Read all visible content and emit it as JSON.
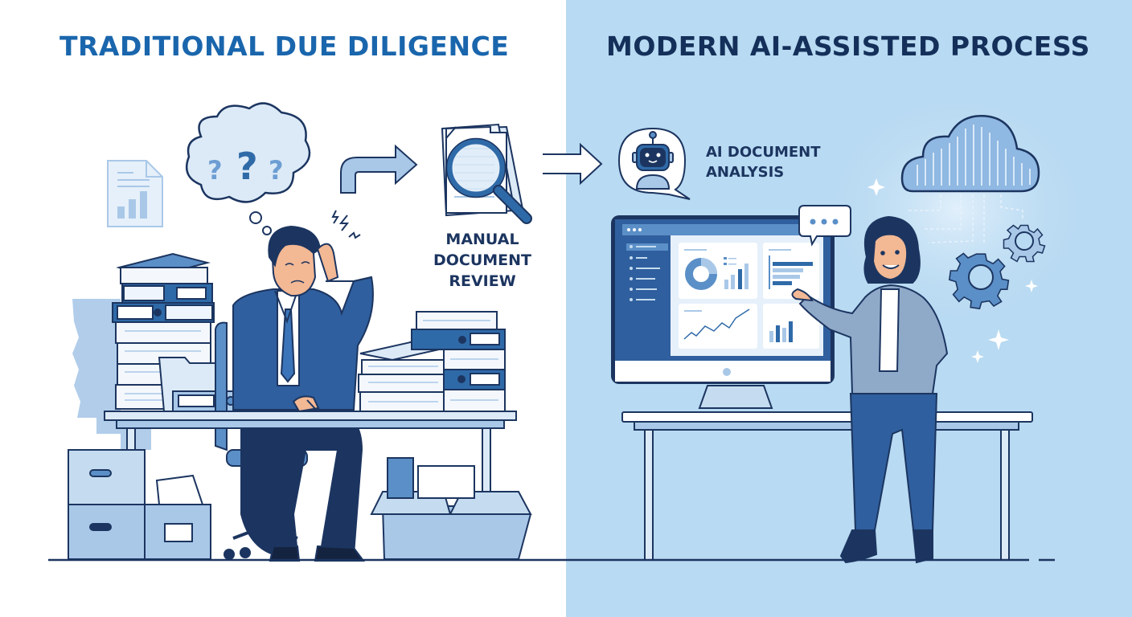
{
  "left_panel": {
    "title": "TRADITIONAL DUE DILIGENCE",
    "title_color": "#1a66ad",
    "background": "#ffffff",
    "step_label_lines": [
      "MANUAL",
      "DOCUMENT",
      "REVIEW"
    ],
    "thought_bubble_symbols": [
      "?",
      "?",
      "?"
    ],
    "scene": "Stressed businessman at desk surrounded by binders, paper stacks and file boxes"
  },
  "right_panel": {
    "title": "MODERN AI-ASSISTED PROCESS",
    "title_color": "#14305a",
    "background": "#b8daf2",
    "step_label_lines": [
      "AI DOCUMENT",
      "ANALYSIS"
    ],
    "speech_bubble": "...",
    "scene": "Smiling businesswoman presenting an analytics dashboard on a monitor, with cloud data and gears"
  },
  "flow": [
    "Traditional due diligence",
    "Manual document review",
    "AI document analysis"
  ],
  "colors": {
    "navy": "#1c3560",
    "primary_blue": "#2f6aa8",
    "mid_blue": "#5b8fc7",
    "light_blue": "#a9c8e8",
    "pale_blue": "#dceaf7",
    "skin": "#f3b894"
  }
}
